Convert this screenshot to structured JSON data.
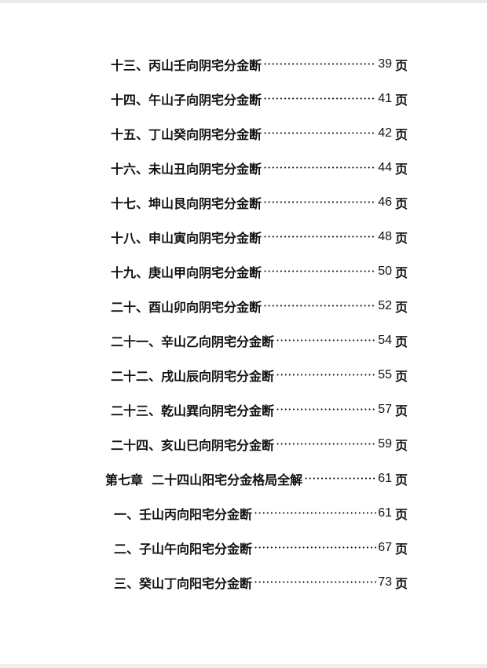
{
  "toc": {
    "dots": "·······································································",
    "entries": [
      {
        "label": "十三、丙山壬向阴宅分金断",
        "page": "39",
        "unit": "页"
      },
      {
        "label": "十四、午山子向阴宅分金断",
        "page": "41",
        "unit": "页"
      },
      {
        "label": "十五、丁山癸向阴宅分金断",
        "page": "42",
        "unit": "页"
      },
      {
        "label": "十六、未山丑向阴宅分金断",
        "page": "44",
        "unit": "页"
      },
      {
        "label": "十七、坤山艮向阴宅分金断",
        "page": "46",
        "unit": "页"
      },
      {
        "label": "十八、申山寅向阴宅分金断",
        "page": "48",
        "unit": "页"
      },
      {
        "label": "十九、庚山甲向阴宅分金断",
        "page": "50",
        "unit": "页"
      },
      {
        "label": "二十、酉山卯向阴宅分金断",
        "page": "52",
        "unit": "页"
      },
      {
        "label": "二十一、辛山乙向阴宅分金断",
        "page": "54",
        "unit": "页"
      },
      {
        "label": "二十二、戌山辰向阴宅分金断",
        "page": "55",
        "unit": "页"
      },
      {
        "label": "二十三、乾山巽向阴宅分金断",
        "page": "57",
        "unit": "页"
      },
      {
        "label": "二十四、亥山巳向阴宅分金断",
        "page": "59",
        "unit": "页"
      },
      {
        "label": "第七章  二十四山阳宅分金格局全解",
        "page": "61",
        "unit": "页"
      },
      {
        "label": "一、壬山丙向阳宅分金断",
        "page": "61",
        "unit": "页"
      },
      {
        "label": "二、子山午向阳宅分金断",
        "page": "67",
        "unit": "页"
      },
      {
        "label": "三、癸山丁向阳宅分金断",
        "page": "73",
        "unit": "页"
      }
    ]
  }
}
